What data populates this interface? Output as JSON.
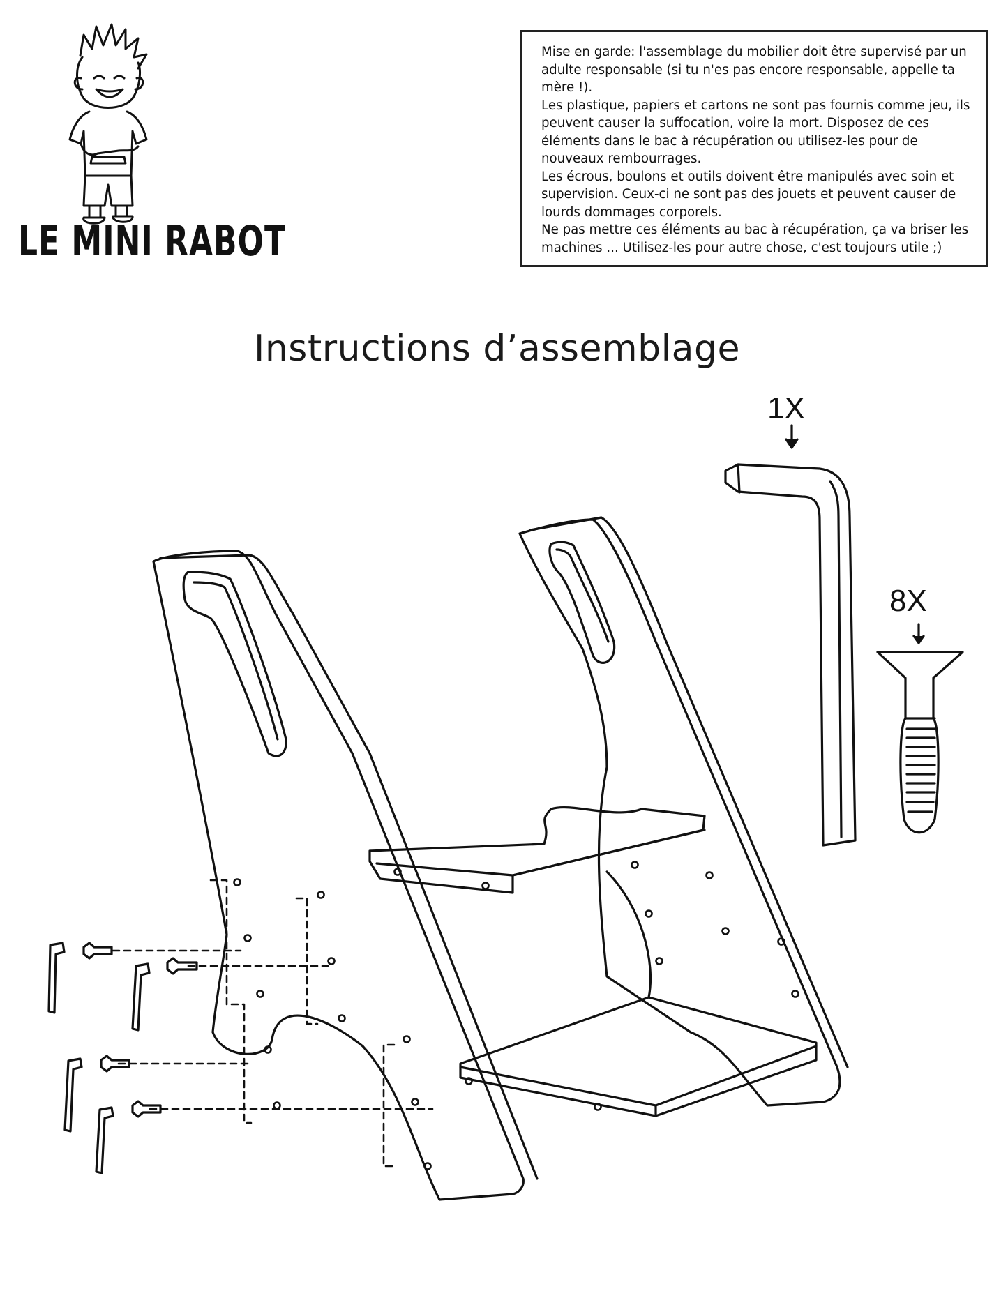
{
  "brand": {
    "logo_text": "LE MINI RABOT"
  },
  "warning": {
    "paragraphs": [
      "Mise en garde:  l'assemblage du mobilier doit être supervisé par un adulte responsable (si tu n'es pas encore responsable, appelle ta mère !).",
      "Les plastique, papiers et cartons ne sont pas fournis comme jeu, ils peuvent causer la suffocation, voire la mort. Disposez de ces éléments dans le bac à récupération ou utilisez-les pour de nouveaux rembourrages.",
      "Les écrous, boulons et outils doivent être manipulés avec soin et supervision. Ceux-ci ne sont pas des jouets et peuvent causer de lourds dommages corporels.",
      "Ne pas mettre ces éléments au bac à récupération, ça va briser les machines ... Utilisez-les pour autre chose, c'est toujours utile ;)"
    ]
  },
  "title": "Instructions d’assemblage",
  "parts": {
    "allen_key_qty": "1X",
    "screw_qty": "8X"
  }
}
